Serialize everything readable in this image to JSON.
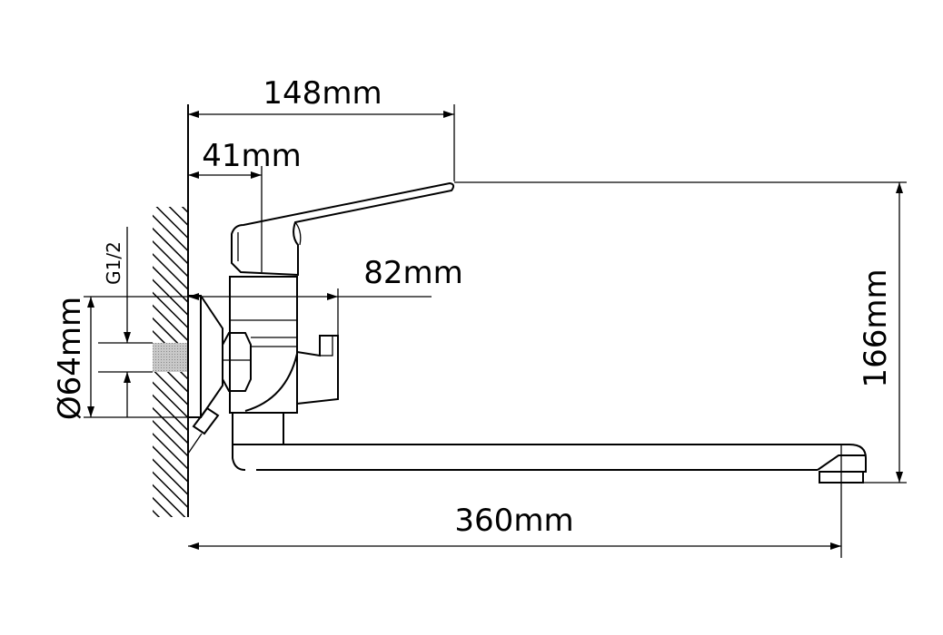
{
  "dimensions": {
    "overall_depth": "148mm",
    "handle_offset": "41mm",
    "body_depth": "82mm",
    "height": "166mm",
    "spout_length": "360mm",
    "flange_diameter": "Ø64mm",
    "thread": "G1/2"
  },
  "colors": {
    "line": "#000000",
    "thread_fill": "#b8b8b8"
  }
}
